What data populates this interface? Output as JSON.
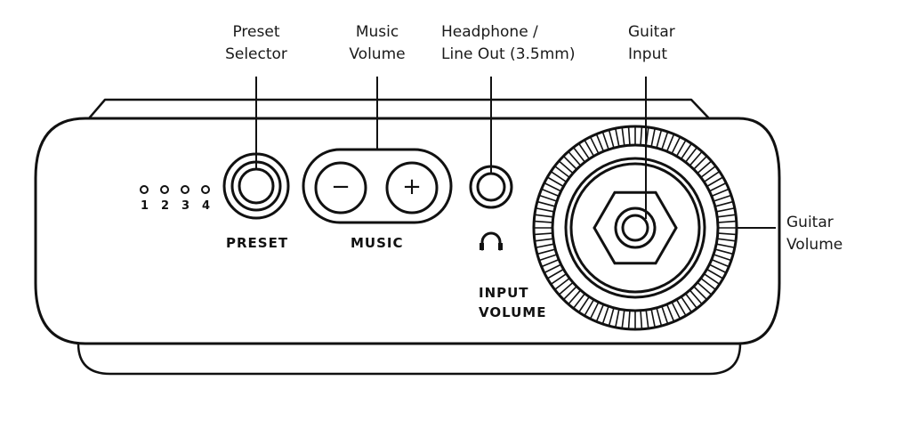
{
  "callouts": {
    "preset_selector": [
      "Preset",
      "Selector"
    ],
    "music_volume": [
      "Music",
      "Volume"
    ],
    "headphone_line_out": [
      "Headphone /",
      "Line Out (3.5mm)"
    ],
    "guitar_input": [
      "Guitar",
      "Input"
    ],
    "guitar_volume": [
      "Guitar",
      "Volume"
    ]
  },
  "panel": {
    "preset_label": "PRESET",
    "music_label": "MUSIC",
    "input_volume_label": [
      "INPUT",
      "VOLUME"
    ],
    "preset_numbers": [
      "1",
      "2",
      "3",
      "4"
    ],
    "minus_symbol": "−",
    "plus_symbol": "+"
  },
  "icons": {
    "headphone": "headphone-icon"
  },
  "colors": {
    "stroke": "#111111",
    "background": "#ffffff"
  }
}
